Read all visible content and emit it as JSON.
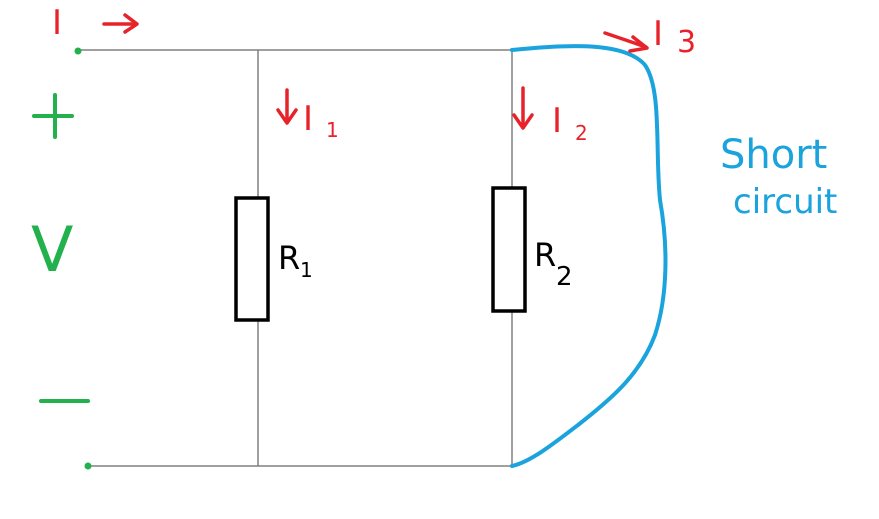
{
  "colors": {
    "background": "#ffffff",
    "wire": "#808080",
    "resistor": "#000000",
    "current": "#e8222a",
    "source": "#22b14c",
    "short_circuit": "#1aa3dc"
  },
  "source": {
    "plus": "+",
    "minus": "−",
    "voltage": "V"
  },
  "currents": {
    "total": {
      "letter": "I",
      "subscript": ""
    },
    "branch_1": {
      "letter": "I",
      "subscript": "1"
    },
    "branch_2": {
      "letter": "I",
      "subscript": "2"
    },
    "branch_3": {
      "letter": "I",
      "subscript": "3"
    }
  },
  "resistors": {
    "r1": {
      "letter": "R",
      "subscript": "1"
    },
    "r2": {
      "letter": "R",
      "subscript": "2"
    }
  },
  "short_circuit": {
    "line_1": "Short",
    "line_2": "circuit"
  }
}
